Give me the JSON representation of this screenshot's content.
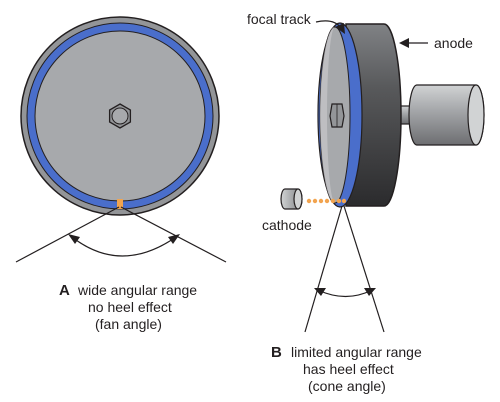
{
  "labels": {
    "focal_track": "focal track",
    "anode": "anode",
    "cathode": "cathode"
  },
  "panel_a": {
    "letter": "A",
    "line1": "wide angular range",
    "line2": "no heel effect",
    "line3": "(fan angle)"
  },
  "panel_b": {
    "letter": "B",
    "line1": "limited angular range",
    "line2": "has heel effect",
    "line3": "(cone angle)"
  },
  "colors": {
    "focal_track": "#4a6ecb",
    "disc_face": "#a7a9ac",
    "anode_body": "#4d4d4f",
    "electron_beam": "#f2a44f",
    "line": "#231f20"
  }
}
